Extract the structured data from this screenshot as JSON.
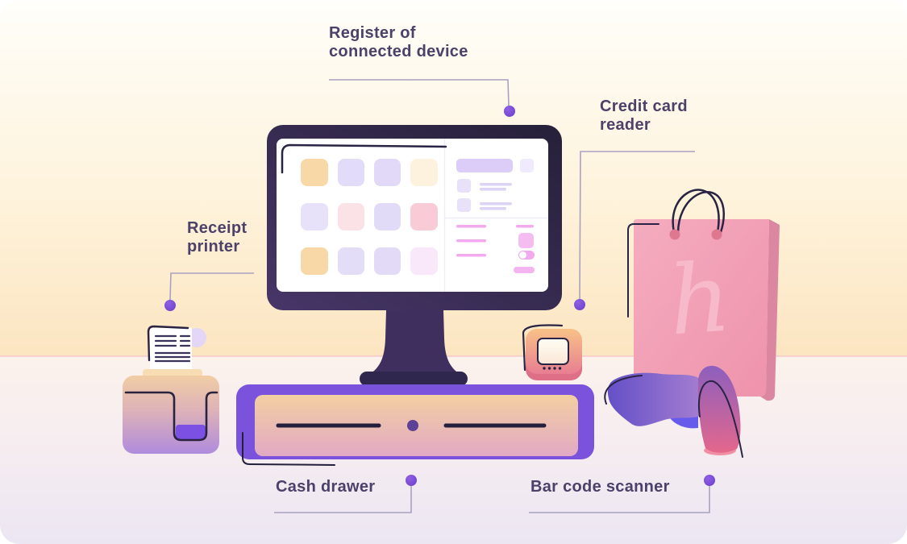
{
  "annotations": {
    "register": {
      "line1": "Register of",
      "line2": "connected device"
    },
    "credit_card": {
      "line1": "Credit card",
      "line2": "reader"
    },
    "receipt_printer": {
      "line1": "Receipt",
      "line2": "printer"
    },
    "cash_drawer": {
      "label": "Cash drawer"
    },
    "bar_code_scanner": {
      "label": "Bar code scanner"
    }
  },
  "shopping_bag": {
    "monogram": "h"
  },
  "colors": {
    "label_text": "#4C4168",
    "leader_line": "#A9A1C1",
    "marker_dot": "#7B4AD6",
    "monitor_frame_dark": "#2B2249",
    "monitor_frame_light": "#473668",
    "cash_drawer_purple": "#7A52DC",
    "drawer_inner_top": "#F3CFA2",
    "drawer_inner_bottom": "#E2A9C4",
    "bag_pink": "#F3A6BC",
    "bag_fold_pink": "#DB87A2",
    "scanner_head_purple": "#6450C7",
    "scanner_handle_pink": "#E4678C",
    "printer_body_top": "#F1CDA4",
    "printer_body_bottom": "#AF8BDD",
    "printer_pocket_purple": "#7B50E3",
    "reader_top": "#F8C287",
    "reader_bottom": "#E87E92",
    "wall_peach": "#FCE5C1",
    "floor_lavender": "#ECE6F3",
    "sketch_ink": "#2A2444",
    "screen_pink_accent": "#F3A9ED",
    "screen_lavender_accent": "#DBCDF8"
  }
}
